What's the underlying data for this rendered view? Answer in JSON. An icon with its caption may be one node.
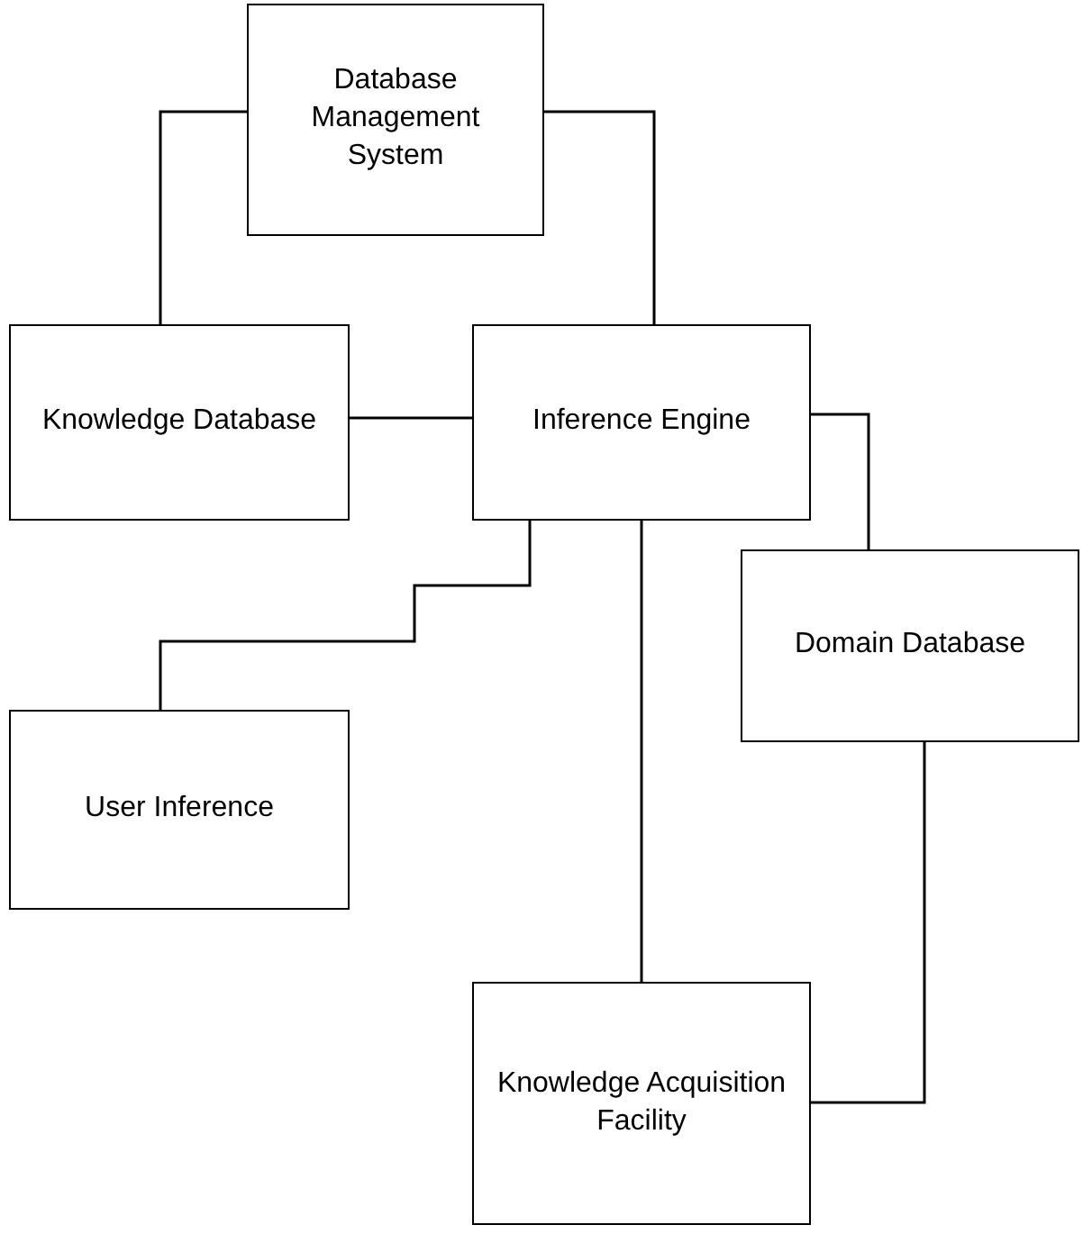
{
  "diagram": {
    "nodes": [
      {
        "text": [
          "Database Management System"
        ]
      },
      {
        "text": [
          "Knowledge Database"
        ]
      },
      {
        "text": [
          "Inference Engine"
        ]
      },
      {
        "text": [
          "Domain Database"
        ]
      },
      {
        "text": [
          "User Inference"
        ]
      },
      {
        "text": [
          "Knowledge Acquisition Facility"
        ]
      }
    ],
    "edges": [
      {
        "from": 0,
        "to": 1,
        "arrow": "none"
      },
      {
        "from": 0,
        "to": 2,
        "arrow": "none"
      },
      {
        "from": 1,
        "to": 2,
        "arrow": "none"
      },
      {
        "from": 2,
        "to": 4,
        "arrow": "none"
      },
      {
        "from": 2,
        "to": 5,
        "arrow": "none"
      },
      {
        "from": 2,
        "to": 3,
        "arrow": "none"
      },
      {
        "from": 3,
        "to": 5,
        "arrow": "none"
      }
    ]
  }
}
